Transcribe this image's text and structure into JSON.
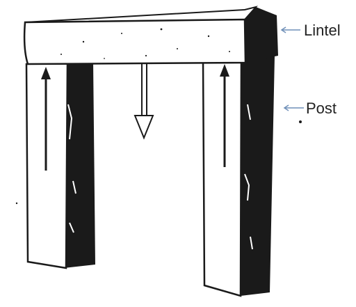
{
  "labels": {
    "lintel": "Lintel",
    "post": "Post"
  },
  "colors": {
    "ink": "#1a1a1a",
    "stone_face": "#ffffff",
    "pointer_arrow": "#6f8fb8"
  },
  "forces": {
    "load_direction": "down",
    "support_direction": "up"
  }
}
